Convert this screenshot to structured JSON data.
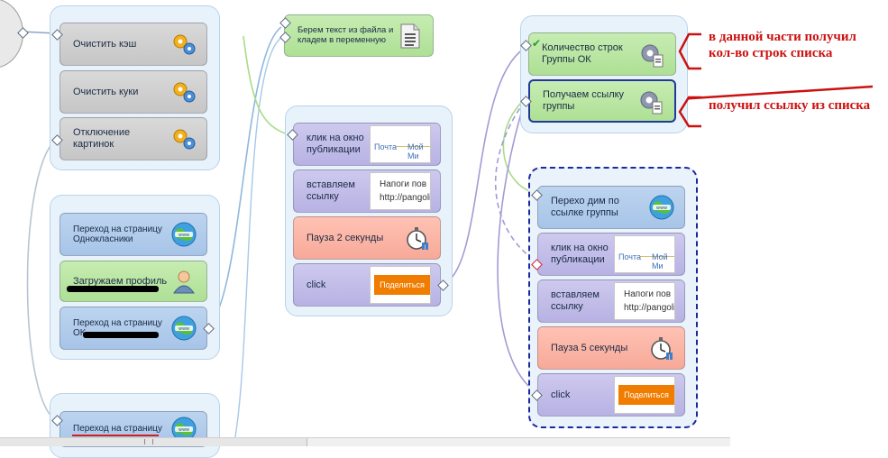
{
  "blocks": {
    "clear_cache": "Очистить кэш",
    "clear_cookies": "Очистить куки",
    "disable_images": "Отключение картинок",
    "goto_odnoklassniki": "Переход на страницу Однокласники",
    "load_profile": "Загружаем профиль",
    "goto_ok": "Переход на страницу OK",
    "goto_page_bottom": "Переход на страницу",
    "take_text": "Берем текст из файла и кладем в переменную",
    "click_window_1": "клик на окно публикации",
    "paste_link_1": "вставляем ссылку",
    "pause_2": "Пауза 2 секунды",
    "click_1": "click",
    "count_rows": "Количество строк Группы ОК",
    "get_link": "Получаем ссылку группы",
    "goto_group_link": "Перехо дим по ссылке группы",
    "click_window_2": "клик на окно публикации",
    "paste_link_2": "вставляем ссылку",
    "pause_5": "Пауза 5 секунды",
    "click_2": "click"
  },
  "thumbs": {
    "tab_mail": "Почта",
    "tab_my": "Мой Ми",
    "tab_my_2": "Мой Ми",
    "paste_line1": "Напоги пов",
    "paste_line2": "http://pangoli",
    "paste_line1_b": "Напоги пов",
    "paste_line2_b": "http://pangoli",
    "share": "Поделиться"
  },
  "annotations": {
    "count_note": "в данной части получил кол-во строк списка",
    "link_note": "получил ссылку из списка"
  },
  "icons": {
    "gears": "gears-icon",
    "globe": "www-globe-icon",
    "user": "user-profile-icon",
    "doc": "document-icon",
    "gear_doc": "gear-document-icon",
    "timer": "stopwatch-icon"
  },
  "colors": {
    "annotation": "#cc1111",
    "selection": "#1f3a9a",
    "link_line": "#9fb8d6"
  }
}
